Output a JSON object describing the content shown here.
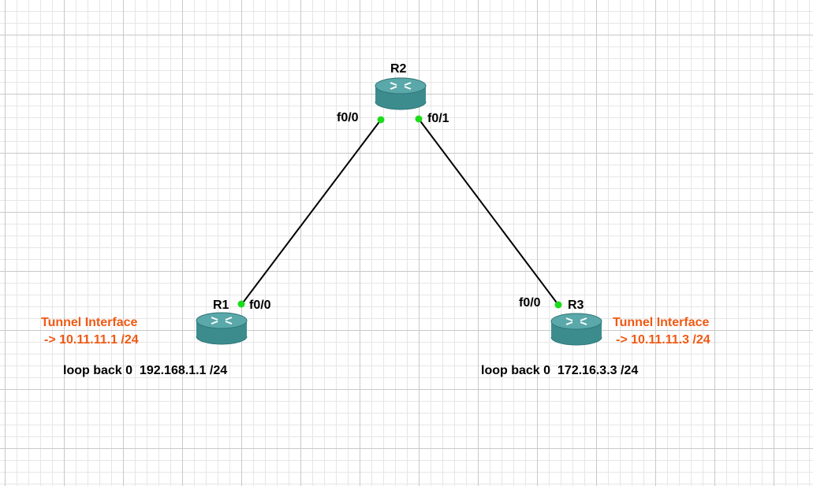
{
  "colors": {
    "link": "#000000",
    "port_dot": "#1adc1a",
    "router_body": "#3c8c8e",
    "router_top": "#5aa8aa",
    "annotation_orange": "#f05a14"
  },
  "routers": [
    {
      "id": "r1",
      "name": "R1",
      "icon": "router-icon"
    },
    {
      "id": "r2",
      "name": "R2",
      "icon": "router-icon"
    },
    {
      "id": "r3",
      "name": "R3",
      "icon": "router-icon"
    }
  ],
  "links": [
    {
      "from": "R2",
      "from_port": "f0/0",
      "to": "R1",
      "to_port": "f0/0"
    },
    {
      "from": "R2",
      "from_port": "f0/1",
      "to": "R3",
      "to_port": "f0/0"
    }
  ],
  "ports": {
    "r2_f00": "f0/0",
    "r2_f01": "f0/1",
    "r1_f00": "f0/0",
    "r3_f00": "f0/0"
  },
  "annotations": {
    "r1_tunnel_title": "Tunnel Interface",
    "r1_tunnel_ip": "-> 10.11.11.1 /24",
    "r1_loopback": "loop back 0  192.168.1.1 /24",
    "r3_tunnel_title": "Tunnel Interface",
    "r3_tunnel_ip": "-> 10.11.11.3 /24",
    "r3_loopback": "loop back 0  172.16.3.3 /24"
  }
}
